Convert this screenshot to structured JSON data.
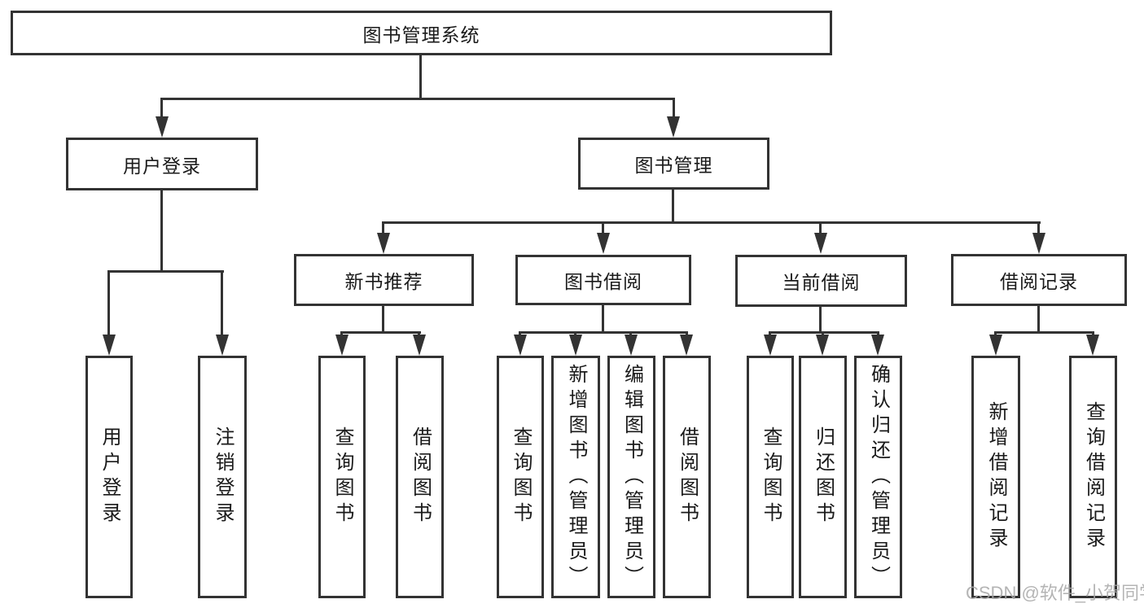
{
  "page": {
    "background": "#ffffff",
    "watermark": "CSDN @软件_小贺同学"
  },
  "colors": {
    "line": "#333333",
    "box_border": "#333333",
    "text": "#1a1a1a",
    "watermark_text": "#a8a8a8"
  },
  "diagram": {
    "type": "hierarchy",
    "title": "图书管理系统",
    "nodes": {
      "root": {
        "label": "图书管理系统"
      },
      "userLogin": {
        "label": "用户登录"
      },
      "bookMgmt": {
        "label": "图书管理"
      },
      "newBookRec": {
        "label": "新书推荐"
      },
      "bookBorrow": {
        "label": "图书借阅"
      },
      "currentBorrow": {
        "label": "当前借阅"
      },
      "borrowRecords": {
        "label": "借阅记录"
      },
      "loginLeaf": {
        "label": "用户登录"
      },
      "logoutLeaf": {
        "label": "注销登录"
      },
      "recQueryLeaf": {
        "label": "查询图书"
      },
      "recBorrowLeaf": {
        "label": "借阅图书"
      },
      "borQueryLeaf": {
        "label": "查询图书"
      },
      "borAddLeaf": {
        "label": "新增图书（管理员）"
      },
      "borEditLeaf": {
        "label": "编辑图书（管理员）"
      },
      "borBorrowLeaf": {
        "label": "借阅图书"
      },
      "curQueryLeaf": {
        "label": "查询图书"
      },
      "curReturnLeaf": {
        "label": "归还图书"
      },
      "curConfirmLeaf": {
        "label": "确认归还（管理员）"
      },
      "recordAddLeaf": {
        "label": "新增借阅记录"
      },
      "recordQueryLeaf": {
        "label": "查询借阅记录"
      }
    },
    "hierarchy": {
      "图书管理系统": {
        "用户登录": [
          "用户登录",
          "注销登录"
        ],
        "图书管理": {
          "新书推荐": [
            "查询图书",
            "借阅图书"
          ],
          "图书借阅": [
            "查询图书",
            "新增图书（管理员）",
            "编辑图书（管理员）",
            "借阅图书"
          ],
          "当前借阅": [
            "查询图书",
            "归还图书",
            "确认归还（管理员）"
          ],
          "借阅记录": [
            "新增借阅记录",
            "查询借阅记录"
          ]
        }
      }
    }
  }
}
